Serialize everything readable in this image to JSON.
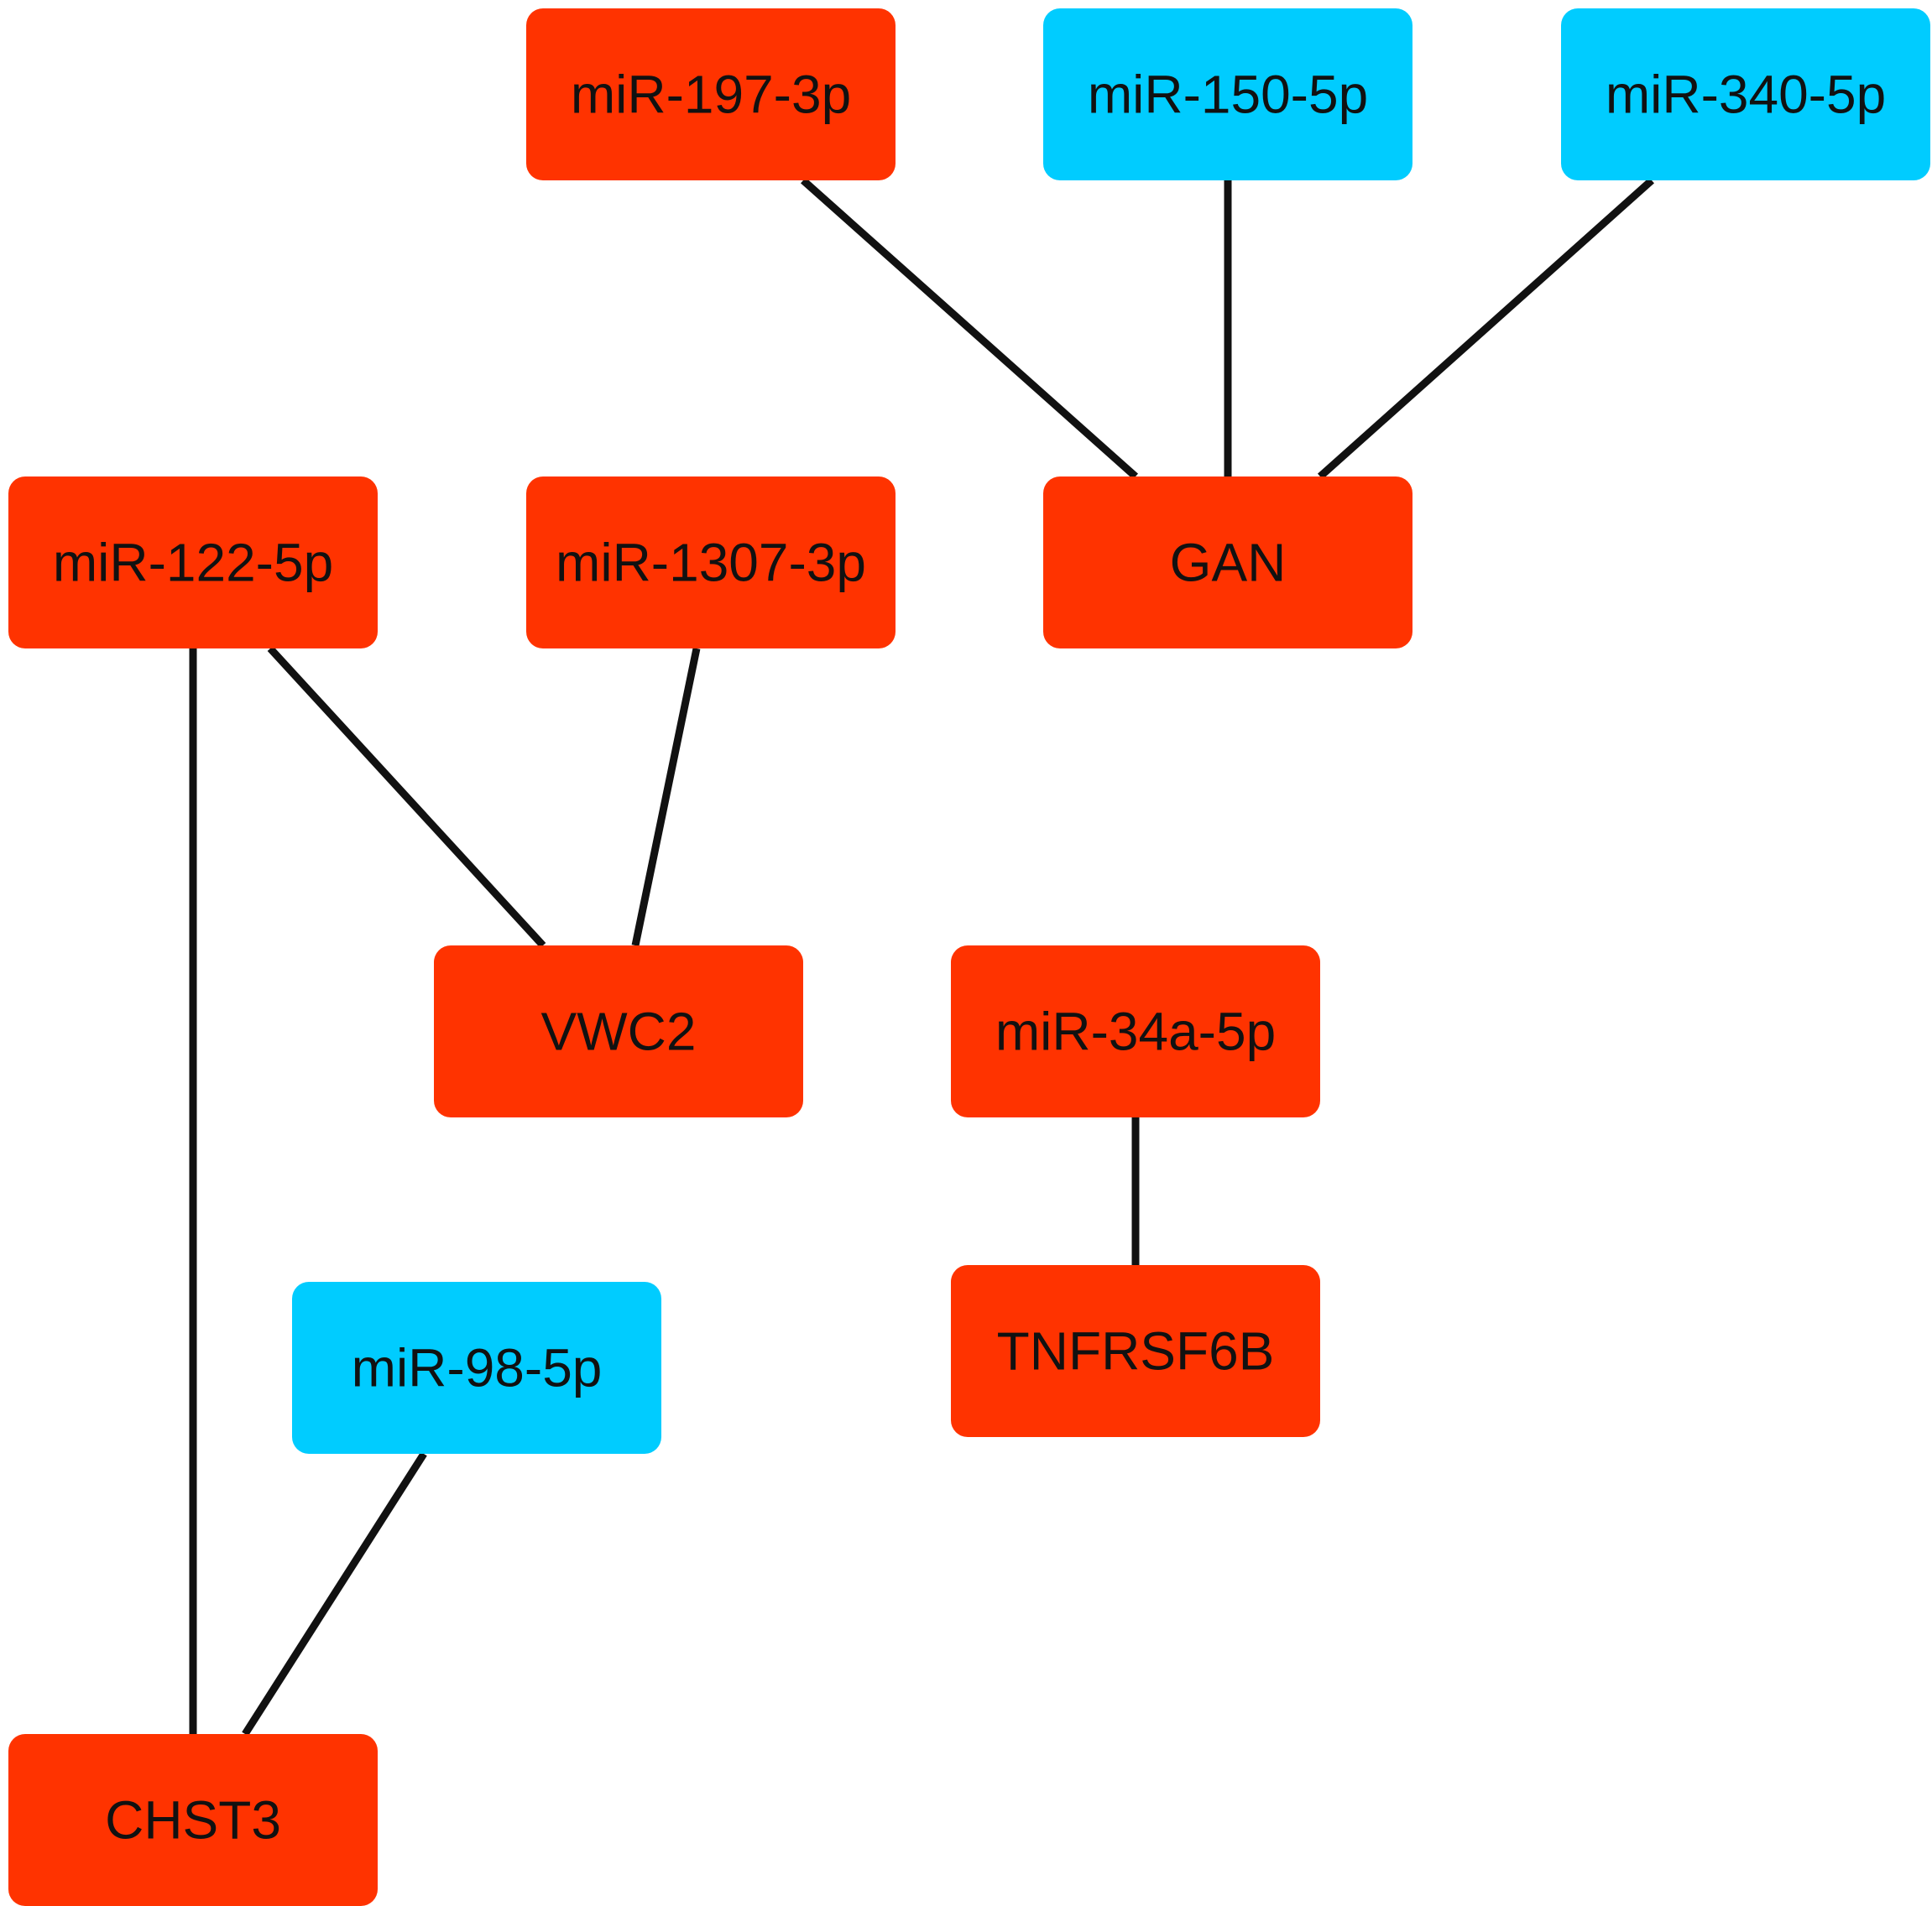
{
  "colors": {
    "up": "#ff3300",
    "down": "#00ccff",
    "edge": "#111111",
    "text": "#111111"
  },
  "nodes": [
    {
      "id": "mir197",
      "label": "miR-197-3p",
      "group": "up"
    },
    {
      "id": "mir150",
      "label": "miR-150-5p",
      "group": "down"
    },
    {
      "id": "mir340",
      "label": "miR-340-5p",
      "group": "down"
    },
    {
      "id": "mir122",
      "label": "miR-122-5p",
      "group": "up"
    },
    {
      "id": "mir1307",
      "label": "miR-1307-3p",
      "group": "up"
    },
    {
      "id": "gan",
      "label": "GAN",
      "group": "up"
    },
    {
      "id": "vwc2",
      "label": "VWC2",
      "group": "up"
    },
    {
      "id": "mir34a",
      "label": "miR-34a-5p",
      "group": "up"
    },
    {
      "id": "mir98",
      "label": "miR-98-5p",
      "group": "down"
    },
    {
      "id": "tnfrsf6b",
      "label": "TNFRSF6B",
      "group": "up"
    },
    {
      "id": "chst3",
      "label": "CHST3",
      "group": "up"
    }
  ],
  "edges": [
    {
      "source": "mir197",
      "target": "gan"
    },
    {
      "source": "mir150",
      "target": "gan"
    },
    {
      "source": "mir340",
      "target": "gan"
    },
    {
      "source": "mir122",
      "target": "vwc2"
    },
    {
      "source": "mir1307",
      "target": "vwc2"
    },
    {
      "source": "mir122",
      "target": "chst3"
    },
    {
      "source": "mir98",
      "target": "chst3"
    },
    {
      "source": "mir34a",
      "target": "tnfrsf6b"
    }
  ]
}
